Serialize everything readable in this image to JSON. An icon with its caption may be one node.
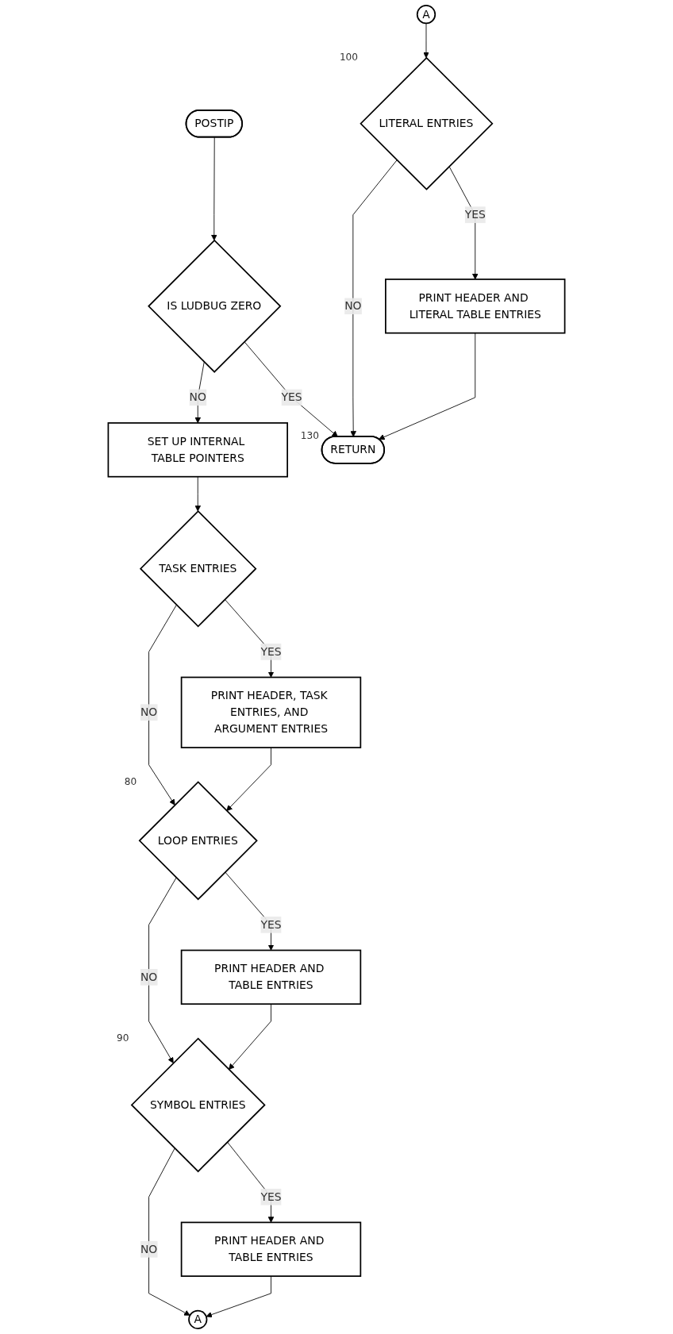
{
  "diagram": {
    "nodes": [
      {
        "text": [
          "POSTIP"
        ]
      },
      {
        "text": [
          "IS LUDBUG ZERO"
        ]
      },
      {
        "text": [
          "SET UP INTERNAL TABLE POINTERS"
        ]
      },
      {
        "text": [
          "TASK ENTRIES"
        ]
      },
      {
        "text": [
          "PRINT HEADER, TASK ENTRIES, AND ARGUMENT ENTRIES"
        ]
      },
      {
        "text": [
          "LOOP ENTRIES"
        ],
        "beside": [
          "80"
        ]
      },
      {
        "text": [
          "PRINT HEADER AND TABLE ENTRIES"
        ]
      },
      {
        "text": [
          "SYMBOL ENTRIES"
        ],
        "beside": [
          "90"
        ]
      },
      {
        "text": [
          "PRINT HEADER AND TABLE ENTRIES"
        ]
      },
      {
        "text": [
          "A"
        ]
      },
      {
        "text": [
          "A"
        ]
      },
      {
        "text": [
          "LITERAL ENTRIES"
        ],
        "beside": [
          "100"
        ]
      },
      {
        "text": [
          "PRINT HEADER AND LITERAL TABLE ENTRIES"
        ]
      },
      {
        "text": [
          "RETURN"
        ],
        "beside": [
          "130"
        ]
      }
    ],
    "edges": [
      {
        "from": 0,
        "to": 1,
        "arrow": "to"
      },
      {
        "from": 1,
        "to": 2,
        "label": "NO",
        "arrow": "to"
      },
      {
        "from": 1,
        "to": 13,
        "label": "YES",
        "arrow": "to"
      },
      {
        "from": 2,
        "to": 3,
        "arrow": "to"
      },
      {
        "from": 3,
        "to": 4,
        "label": "YES",
        "arrow": "to"
      },
      {
        "from": 3,
        "to": 5,
        "label": "NO",
        "arrow": "to"
      },
      {
        "from": 4,
        "to": 5,
        "arrow": "to"
      },
      {
        "from": 5,
        "to": 6,
        "label": "YES",
        "arrow": "to"
      },
      {
        "from": 5,
        "to": 7,
        "label": "NO",
        "arrow": "to"
      },
      {
        "from": 6,
        "to": 7,
        "arrow": "to"
      },
      {
        "from": 7,
        "to": 8,
        "label": "YES",
        "arrow": "to"
      },
      {
        "from": 7,
        "to": 9,
        "label": "NO",
        "arrow": "to"
      },
      {
        "from": 8,
        "to": 9,
        "arrow": "to"
      },
      {
        "from": 10,
        "to": 11,
        "arrow": "to"
      },
      {
        "from": 11,
        "to": 12,
        "label": "YES",
        "arrow": "to"
      },
      {
        "from": 11,
        "to": 13,
        "label": "NO",
        "arrow": "to"
      },
      {
        "from": 12,
        "to": 13,
        "arrow": "to"
      }
    ]
  }
}
